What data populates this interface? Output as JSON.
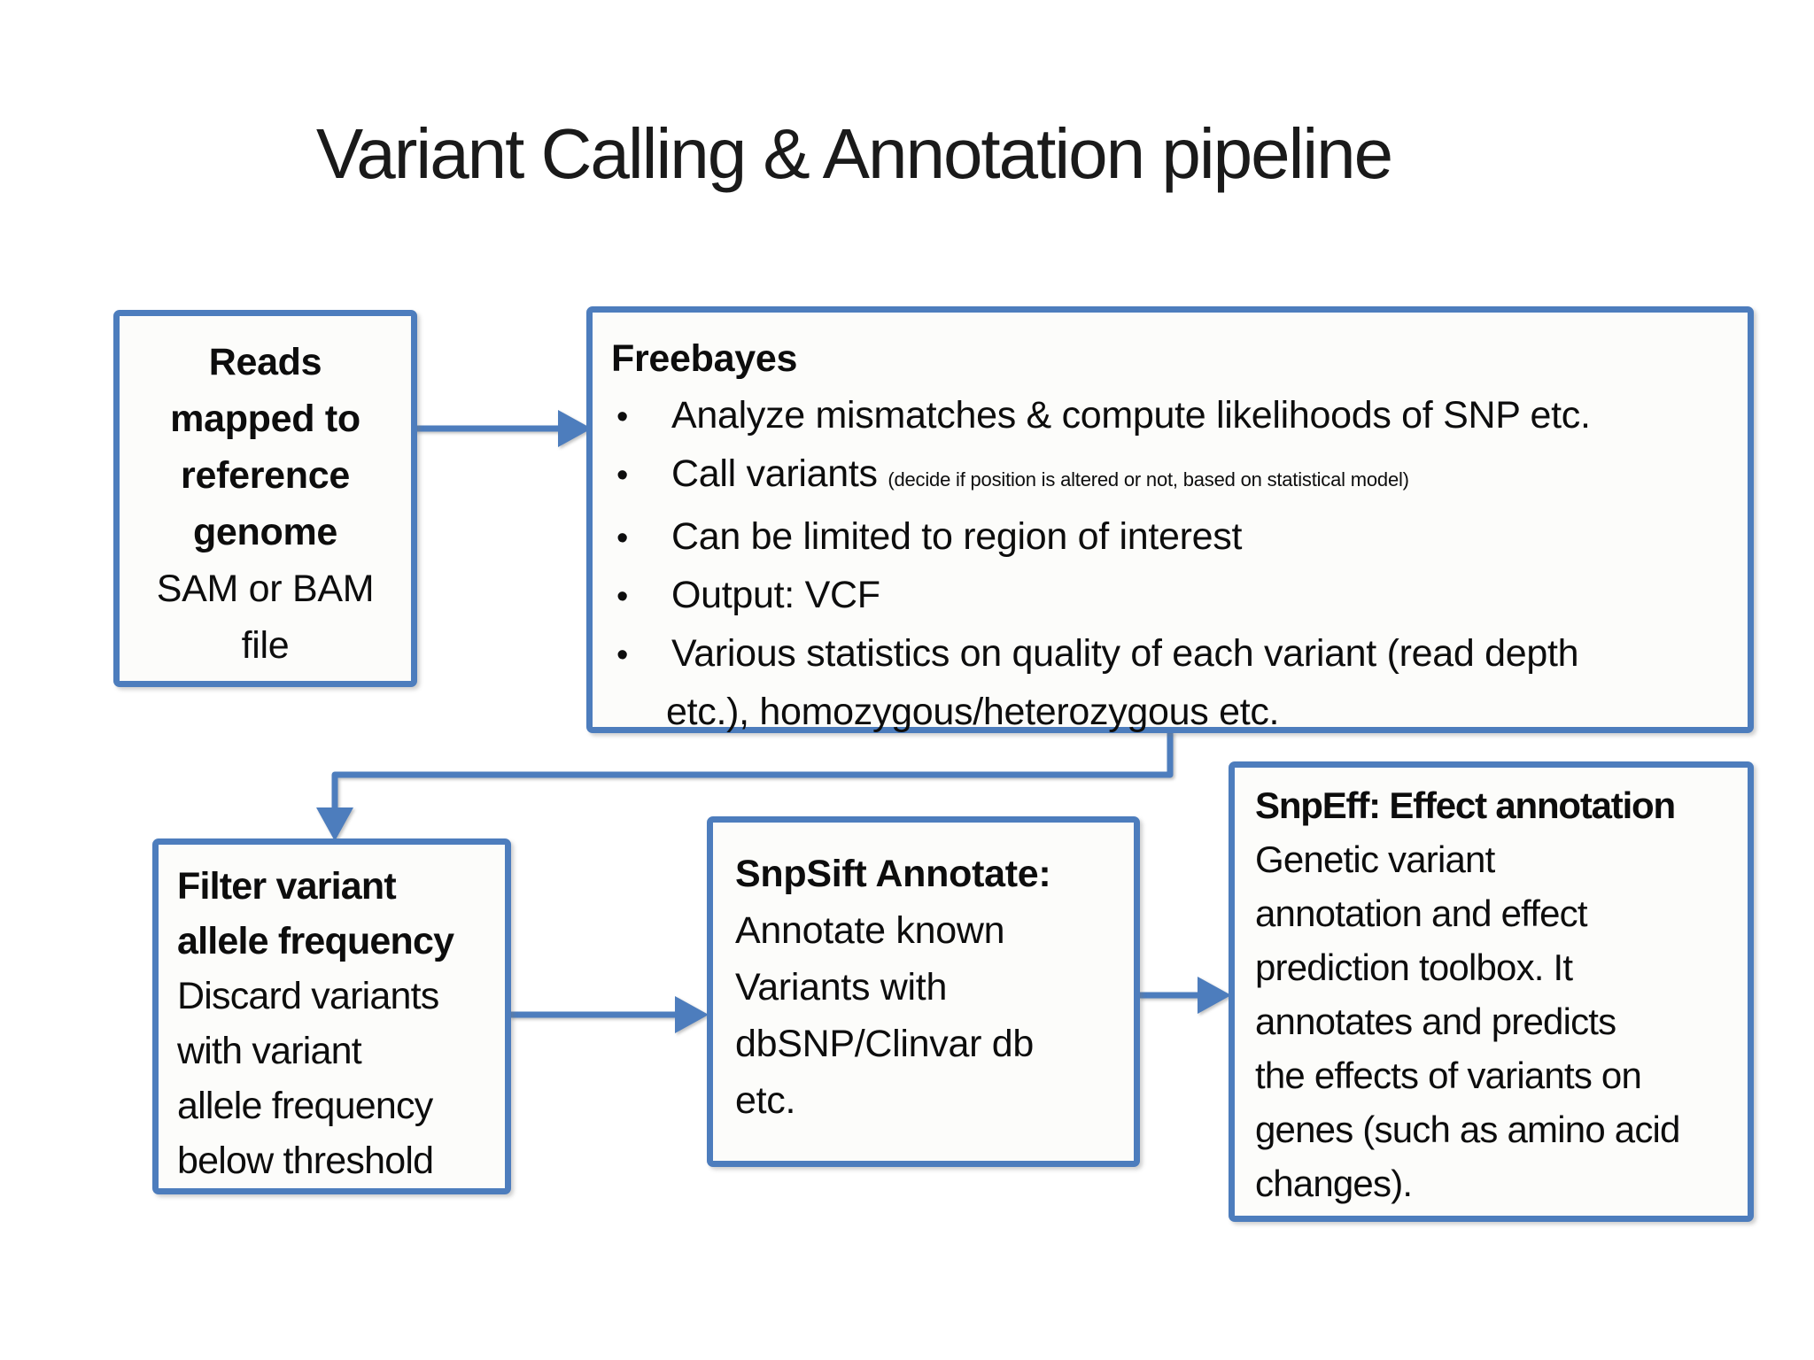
{
  "title": "Variant Calling & Annotation pipeline",
  "bullet_char": "•",
  "colors": {
    "background": "#ffffff",
    "border_blue": "#4d7dbd",
    "arrow_blue": "#4d7dbd",
    "box_fill": "#fcfcfa",
    "title_color": "#1a1a1a",
    "text": "#0d0d0d"
  },
  "boxes": {
    "reads": {
      "bold_lines": [
        "Reads",
        "mapped to",
        "reference",
        "genome"
      ],
      "regular_lines": [
        "SAM or BAM",
        "file"
      ]
    },
    "freebayes": {
      "heading": "Freebayes",
      "rows": [
        {
          "text": "Analyze mismatches & compute likelihoods of SNP etc."
        },
        {
          "text": "Call variants ",
          "small": "(decide if position is altered or not, based on statistical model)"
        },
        {
          "text": "Can be limited to region of interest"
        },
        {
          "text": "Output: VCF"
        },
        {
          "text": "Various statistics on quality of each variant (read depth"
        },
        {
          "text": "etc.), homozygous/heterozygous etc."
        }
      ]
    },
    "filter": {
      "bold_lines": [
        "Filter variant",
        "allele frequency"
      ],
      "regular_lines": [
        "Discard variants",
        "with variant",
        "allele frequency",
        "below threshold"
      ]
    },
    "snpsift": {
      "heading": "SnpSift Annotate:",
      "lines": [
        "Annotate known",
        "Variants with",
        "dbSNP/Clinvar db",
        "etc."
      ]
    },
    "snpeff": {
      "heading": "SnpEff: Effect annotation",
      "lines": [
        "Genetic variant",
        "annotation and effect",
        "prediction toolbox. It",
        "annotates and predicts",
        "the effects of variants on",
        "genes (such as amino acid",
        "changes)."
      ]
    }
  }
}
